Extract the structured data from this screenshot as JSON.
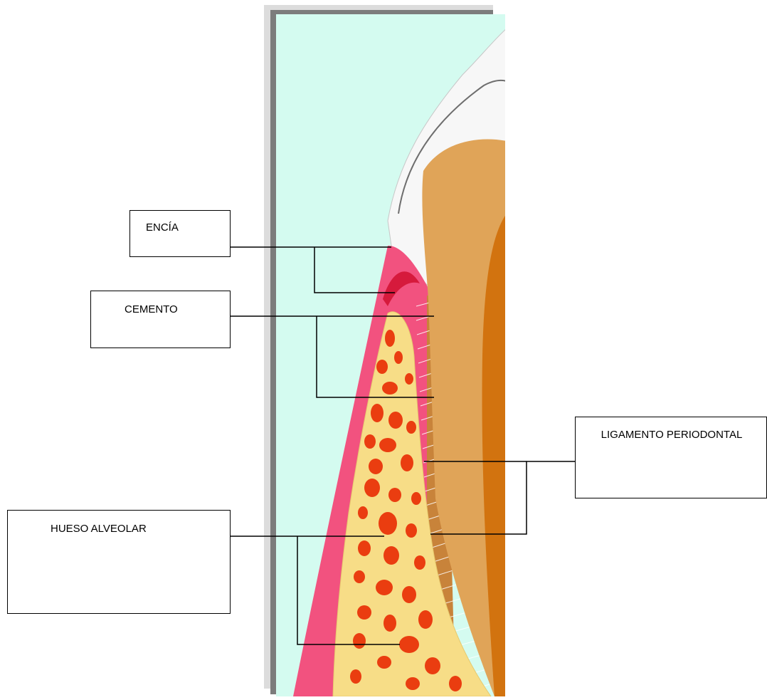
{
  "labels": {
    "encia": "ENCÍA",
    "cemento": "CEMENTO",
    "ligamento": "LIGAMENTO PERIODONTAL",
    "hueso": "HUESO ALVEOLAR"
  },
  "colors": {
    "background": "#d4fbf0",
    "gum": "#f2527f",
    "bone": "#f7dd87",
    "marrow": "#ea3d10",
    "root": "#e0a458",
    "pulp": "#d2730f",
    "enamel": "#ffffff",
    "lines": "#000000"
  }
}
